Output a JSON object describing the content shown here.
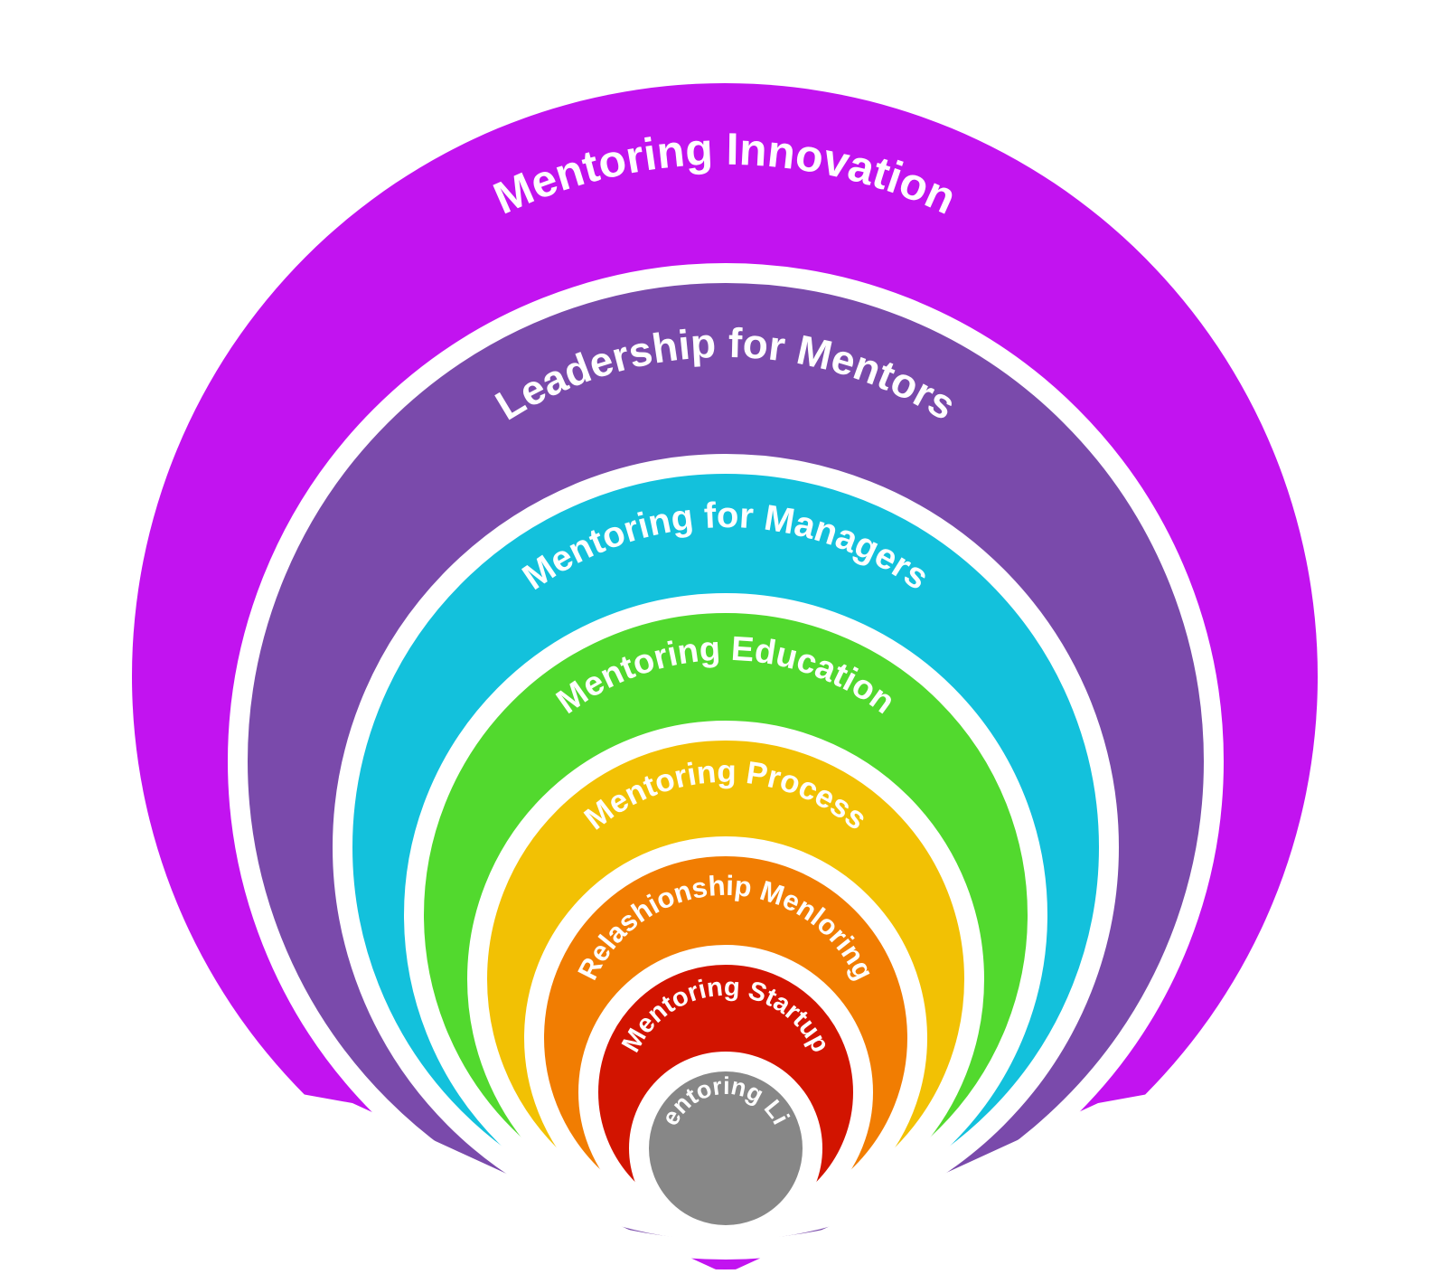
{
  "diagram": {
    "layers": [
      {
        "label": "Mentoring Innovation",
        "color": "#c213f0"
      },
      {
        "label": "Leadership for Mentors",
        "color": "#7a4aab"
      },
      {
        "label": "Mentoring for Managers",
        "color": "#13c1dc"
      },
      {
        "label": "Mentoring Education",
        "color": "#52d92e"
      },
      {
        "label": "Mentoring Process",
        "color": "#f2c104"
      },
      {
        "label": "Relashionship Menloring",
        "color": "#f17d02"
      },
      {
        "label": "Mentoring Startup",
        "color": "#d21400"
      },
      {
        "label": "Mentoring Life",
        "color": "#878787"
      }
    ]
  }
}
